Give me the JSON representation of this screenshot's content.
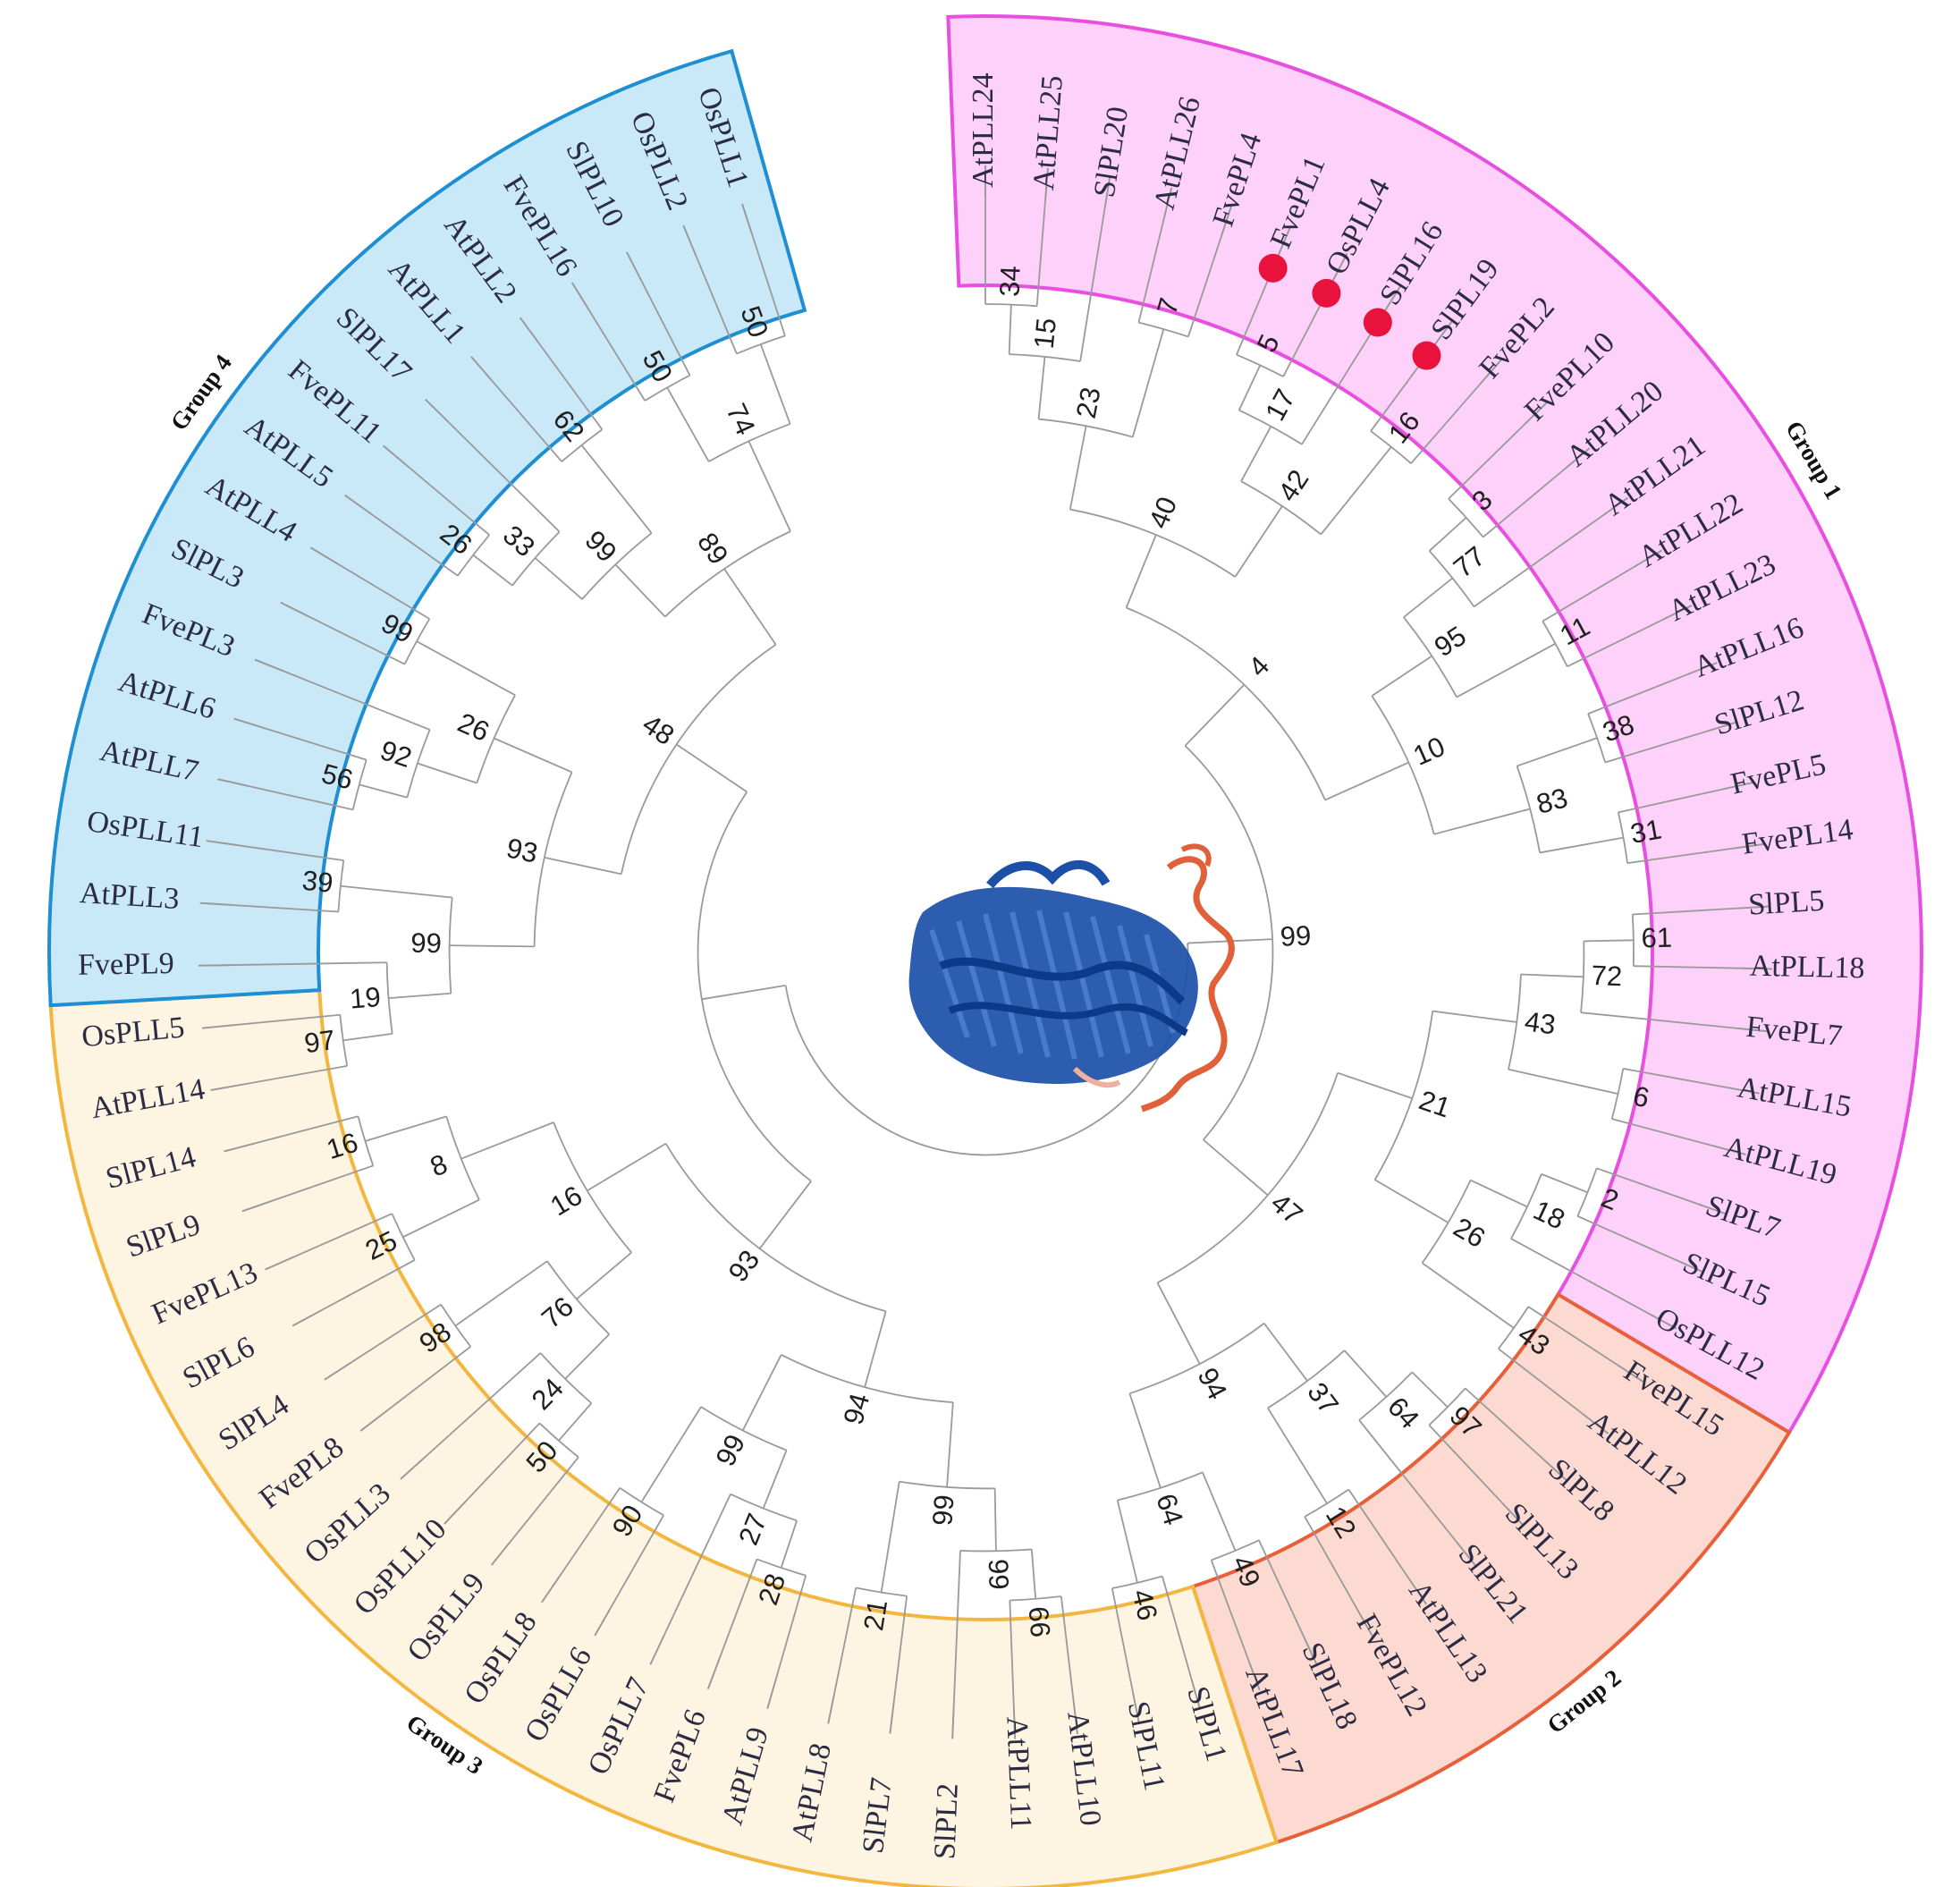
{
  "groups": [
    {
      "label": "Group 1",
      "color": "#e84fe0",
      "fill": "#fdd1f9"
    },
    {
      "label": "Group 2",
      "color": "#e8603a",
      "fill": "#fcd9d1"
    },
    {
      "label": "Group 3",
      "color": "#f3b63e",
      "fill": "#fef4e2"
    },
    {
      "label": "Group 4",
      "color": "#1d8fd2",
      "fill": "#c9e8f8"
    }
  ],
  "leaves": [
    {
      "name": "AtPLL24",
      "group": 1
    },
    {
      "name": "AtPLL25",
      "group": 1
    },
    {
      "name": "SlPL20",
      "group": 1
    },
    {
      "name": "AtPLL26",
      "group": 1
    },
    {
      "name": "FvePL4",
      "group": 1
    },
    {
      "name": "FvePL1",
      "group": 1,
      "marked": true
    },
    {
      "name": "OsPLL4",
      "group": 1,
      "marked": true
    },
    {
      "name": "SlPL16",
      "group": 1,
      "marked": true
    },
    {
      "name": "SlPL19",
      "group": 1,
      "marked": true
    },
    {
      "name": "FvePL2",
      "group": 1
    },
    {
      "name": "FvePL10",
      "group": 1
    },
    {
      "name": "AtPLL20",
      "group": 1
    },
    {
      "name": "AtPLL21",
      "group": 1
    },
    {
      "name": "AtPLL22",
      "group": 1
    },
    {
      "name": "AtPLL23",
      "group": 1
    },
    {
      "name": "AtPLL16",
      "group": 1
    },
    {
      "name": "SlPL12",
      "group": 1
    },
    {
      "name": "FvePL5",
      "group": 1
    },
    {
      "name": "FvePL14",
      "group": 1
    },
    {
      "name": "SlPL5",
      "group": 1
    },
    {
      "name": "AtPLL18",
      "group": 1
    },
    {
      "name": "FvePL7",
      "group": 1
    },
    {
      "name": "AtPLL15",
      "group": 1
    },
    {
      "name": "AtPLL19",
      "group": 1
    },
    {
      "name": "SlPL7",
      "group": 1
    },
    {
      "name": "SlPL15",
      "group": 1
    },
    {
      "name": "OsPLL12",
      "group": 1
    },
    {
      "name": "FvePL15",
      "group": 2
    },
    {
      "name": "AtPLL12",
      "group": 2
    },
    {
      "name": "SlPL8",
      "group": 2
    },
    {
      "name": "SlPL13",
      "group": 2
    },
    {
      "name": "SlPL21",
      "group": 2
    },
    {
      "name": "AtPLL13",
      "group": 2
    },
    {
      "name": "FvePL12",
      "group": 2
    },
    {
      "name": "SlPL18",
      "group": 2
    },
    {
      "name": "AtPLL17",
      "group": 2
    },
    {
      "name": "SlPL1",
      "group": 3
    },
    {
      "name": "SlPL11",
      "group": 3
    },
    {
      "name": "AtPLL10",
      "group": 3
    },
    {
      "name": "AtPLL11",
      "group": 3
    },
    {
      "name": "SlPL2",
      "group": 3
    },
    {
      "name": "SlPL7",
      "group": 3
    },
    {
      "name": "AtPLL8",
      "group": 3
    },
    {
      "name": "AtPLL9",
      "group": 3
    },
    {
      "name": "FvePL6",
      "group": 3
    },
    {
      "name": "OsPLL7",
      "group": 3
    },
    {
      "name": "OsPLL6",
      "group": 3
    },
    {
      "name": "OsPLL8",
      "group": 3
    },
    {
      "name": "OsPLL9",
      "group": 3
    },
    {
      "name": "OsPLL10",
      "group": 3
    },
    {
      "name": "OsPLL3",
      "group": 3
    },
    {
      "name": "FvePL8",
      "group": 3
    },
    {
      "name": "SlPL4",
      "group": 3
    },
    {
      "name": "SlPL6",
      "group": 3
    },
    {
      "name": "FvePL13",
      "group": 3
    },
    {
      "name": "SlPL9",
      "group": 3
    },
    {
      "name": "SlPL14",
      "group": 3
    },
    {
      "name": "AtPLL14",
      "group": 3
    },
    {
      "name": "OsPLL5",
      "group": 3
    },
    {
      "name": "FvePL9",
      "group": 4
    },
    {
      "name": "AtPLL3",
      "group": 4
    },
    {
      "name": "OsPLL11",
      "group": 4
    },
    {
      "name": "AtPLL7",
      "group": 4
    },
    {
      "name": "AtPLL6",
      "group": 4
    },
    {
      "name": "FvePL3",
      "group": 4
    },
    {
      "name": "SlPL3",
      "group": 4
    },
    {
      "name": "AtPLL4",
      "group": 4
    },
    {
      "name": "AtPLL5",
      "group": 4
    },
    {
      "name": "FvePL11",
      "group": 4
    },
    {
      "name": "SlPL17",
      "group": 4
    },
    {
      "name": "AtPLL1",
      "group": 4
    },
    {
      "name": "AtPLL2",
      "group": 4
    },
    {
      "name": "FvePL16",
      "group": 4
    },
    {
      "name": "SlPL10",
      "group": 4
    },
    {
      "name": "OsPLL2",
      "group": 4
    },
    {
      "name": "OsPLL1",
      "group": 4
    }
  ],
  "bootstrap_values": [
    "34",
    "15",
    "7",
    "23",
    "5",
    "17",
    "16",
    "42",
    "40",
    "3",
    "77",
    "11",
    "95",
    "38",
    "31",
    "83",
    "10",
    "4",
    "61",
    "72",
    "6",
    "43",
    "2",
    "18",
    "43",
    "26",
    "21",
    "97",
    "64",
    "12",
    "37",
    "49",
    "46",
    "64",
    "94",
    "47",
    "99",
    "66",
    "99",
    "21",
    "99",
    "28",
    "27",
    "90",
    "99",
    "94",
    "50",
    "24",
    "98",
    "76",
    "25",
    "16",
    "8",
    "16",
    "93",
    "97",
    "19",
    "39",
    "99",
    "56",
    "92",
    "99",
    "26",
    "93",
    "26",
    "33",
    "62",
    "99",
    "50",
    "50",
    "74",
    "89",
    "48"
  ],
  "marker_color": "#e8123c",
  "structure_icon": "protein-structure-ribbon"
}
